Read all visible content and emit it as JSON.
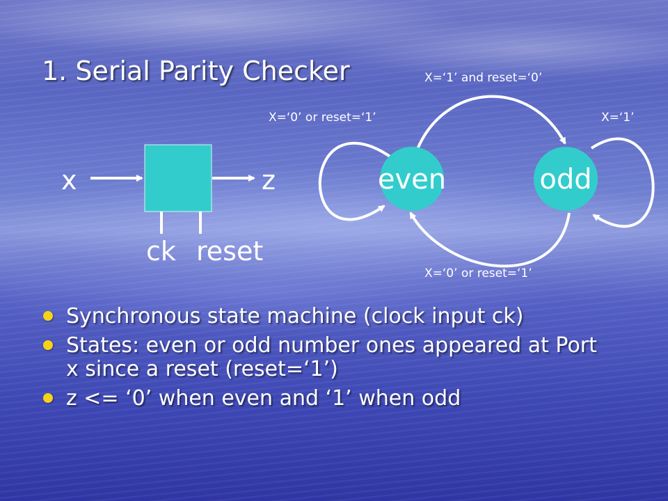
{
  "slide": {
    "title": "1. Serial Parity Checker"
  },
  "block_diagram": {
    "input_label": "x",
    "output_label": "z",
    "clock_label": "ck",
    "reset_label": "reset",
    "box_color": "#33cccc"
  },
  "state_diagram": {
    "state_color": "#33cccc",
    "states": [
      "even",
      "odd"
    ],
    "transitions": {
      "even_to_odd": "X=‘1’ and reset=‘0’",
      "even_self": "X=‘0’ or reset=‘1’",
      "odd_self": "X=‘1’",
      "odd_to_even": "X=‘0’ or reset=‘1’"
    }
  },
  "bullets": [
    "Synchronous state machine (clock input ck)",
    "States: even or odd number ones appeared at Port x since a reset (reset=‘1’)",
    "z <= ‘0’ when even and ‘1’ when odd"
  ],
  "colors": {
    "bullet": "#f6d21a",
    "text": "#ffffff"
  }
}
